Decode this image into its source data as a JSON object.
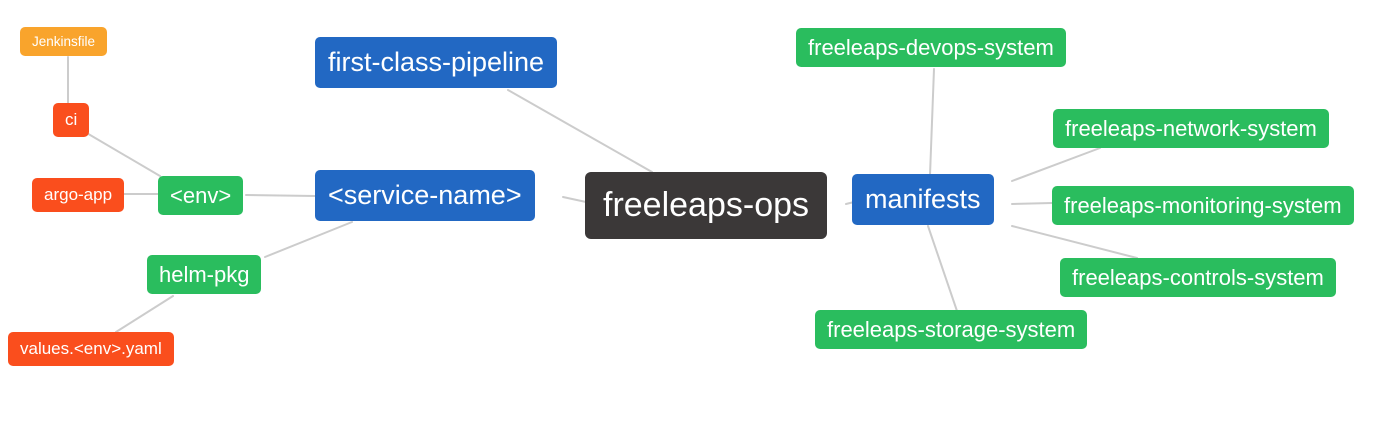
{
  "diagram": {
    "type": "mindmap",
    "root": "freeleaps-ops",
    "palette": {
      "root_bg": "#3b3838",
      "level1_bg": "#2268c3",
      "level2_bg": "#2abd5e",
      "level3_bg": "#fa4e1d",
      "level4_bg": "#f9a42c",
      "edge": "#cccccc",
      "text": "#ffffff",
      "background": "#ffffff"
    },
    "nodes": {
      "freeleaps_ops": {
        "label": "freeleaps-ops"
      },
      "first_class_pipeline": {
        "label": "first-class-pipeline"
      },
      "service_name": {
        "label": "<service-name>"
      },
      "manifests": {
        "label": "manifests"
      },
      "env": {
        "label": "<env>"
      },
      "helm_pkg": {
        "label": "helm-pkg"
      },
      "ci": {
        "label": "ci"
      },
      "argo_app": {
        "label": "argo-app"
      },
      "jenkinsfile": {
        "label": "Jenkinsfile"
      },
      "values_yaml": {
        "label": "values.<env>.yaml"
      },
      "devops_system": {
        "label": "freeleaps-devops-system"
      },
      "network_system": {
        "label": "freeleaps-network-system"
      },
      "monitoring_system": {
        "label": "freeleaps-monitoring-system"
      },
      "controls_system": {
        "label": "freeleaps-controls-system"
      },
      "storage_system": {
        "label": "freeleaps-storage-system"
      }
    },
    "edges": [
      {
        "from": "jenkinsfile",
        "to": "ci"
      },
      {
        "from": "ci",
        "to": "env"
      },
      {
        "from": "argo_app",
        "to": "env"
      },
      {
        "from": "env",
        "to": "service_name"
      },
      {
        "from": "helm_pkg",
        "to": "service_name"
      },
      {
        "from": "values_yaml",
        "to": "helm_pkg"
      },
      {
        "from": "service_name",
        "to": "freeleaps_ops"
      },
      {
        "from": "first_class_pipeline",
        "to": "freeleaps_ops"
      },
      {
        "from": "freeleaps_ops",
        "to": "manifests"
      },
      {
        "from": "manifests",
        "to": "devops_system"
      },
      {
        "from": "manifests",
        "to": "network_system"
      },
      {
        "from": "manifests",
        "to": "monitoring_system"
      },
      {
        "from": "manifests",
        "to": "controls_system"
      },
      {
        "from": "manifests",
        "to": "storage_system"
      }
    ]
  }
}
